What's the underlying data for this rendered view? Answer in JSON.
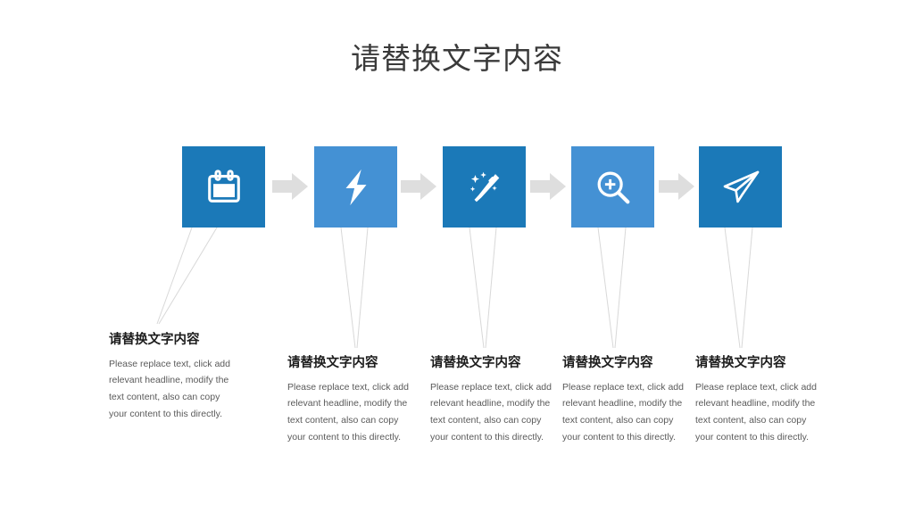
{
  "slide": {
    "title": "请替换文字内容",
    "background_color": "#ffffff",
    "title_color": "#3a3a3a"
  },
  "palette": {
    "blue_dark": "#1b79b8",
    "blue_light": "#4491d4",
    "arrow_gray": "#dedede",
    "connector_gray": "#d8d8d8",
    "heading_color": "#1d1d1d",
    "body_color": "#5a5a5a"
  },
  "steps": [
    {
      "index": 1,
      "icon": "calendar-icon",
      "box_color": "#1b79b8",
      "heading": "请替换文字内容",
      "body": "Please replace text, click add relevant headline, modify the text content, also can copy your content to this directly."
    },
    {
      "index": 2,
      "icon": "lightning-bolt-icon",
      "box_color": "#4491d4",
      "heading": "请替换文字内容",
      "body": "Please replace text, click add relevant headline, modify the text content, also can copy your content to this directly."
    },
    {
      "index": 3,
      "icon": "magic-wand-icon",
      "box_color": "#1b79b8",
      "heading": "请替换文字内容",
      "body": "Please replace text, click add relevant headline, modify the text content, also can copy your content to this directly."
    },
    {
      "index": 4,
      "icon": "zoom-in-icon",
      "box_color": "#4491d4",
      "heading": "请替换文字内容",
      "body": "Please replace text, click add relevant headline, modify the text content, also can copy your content to this directly."
    },
    {
      "index": 5,
      "icon": "paper-plane-icon",
      "box_color": "#1b79b8",
      "heading": "请替换文字内容",
      "body": "Please replace text, click add relevant headline, modify the text content, also can copy your content to this directly."
    }
  ],
  "arrows": [
    {
      "index": 1,
      "icon": "right-arrow-icon"
    },
    {
      "index": 2,
      "icon": "right-arrow-icon"
    },
    {
      "index": 3,
      "icon": "right-arrow-icon"
    },
    {
      "index": 4,
      "icon": "right-arrow-icon"
    }
  ]
}
